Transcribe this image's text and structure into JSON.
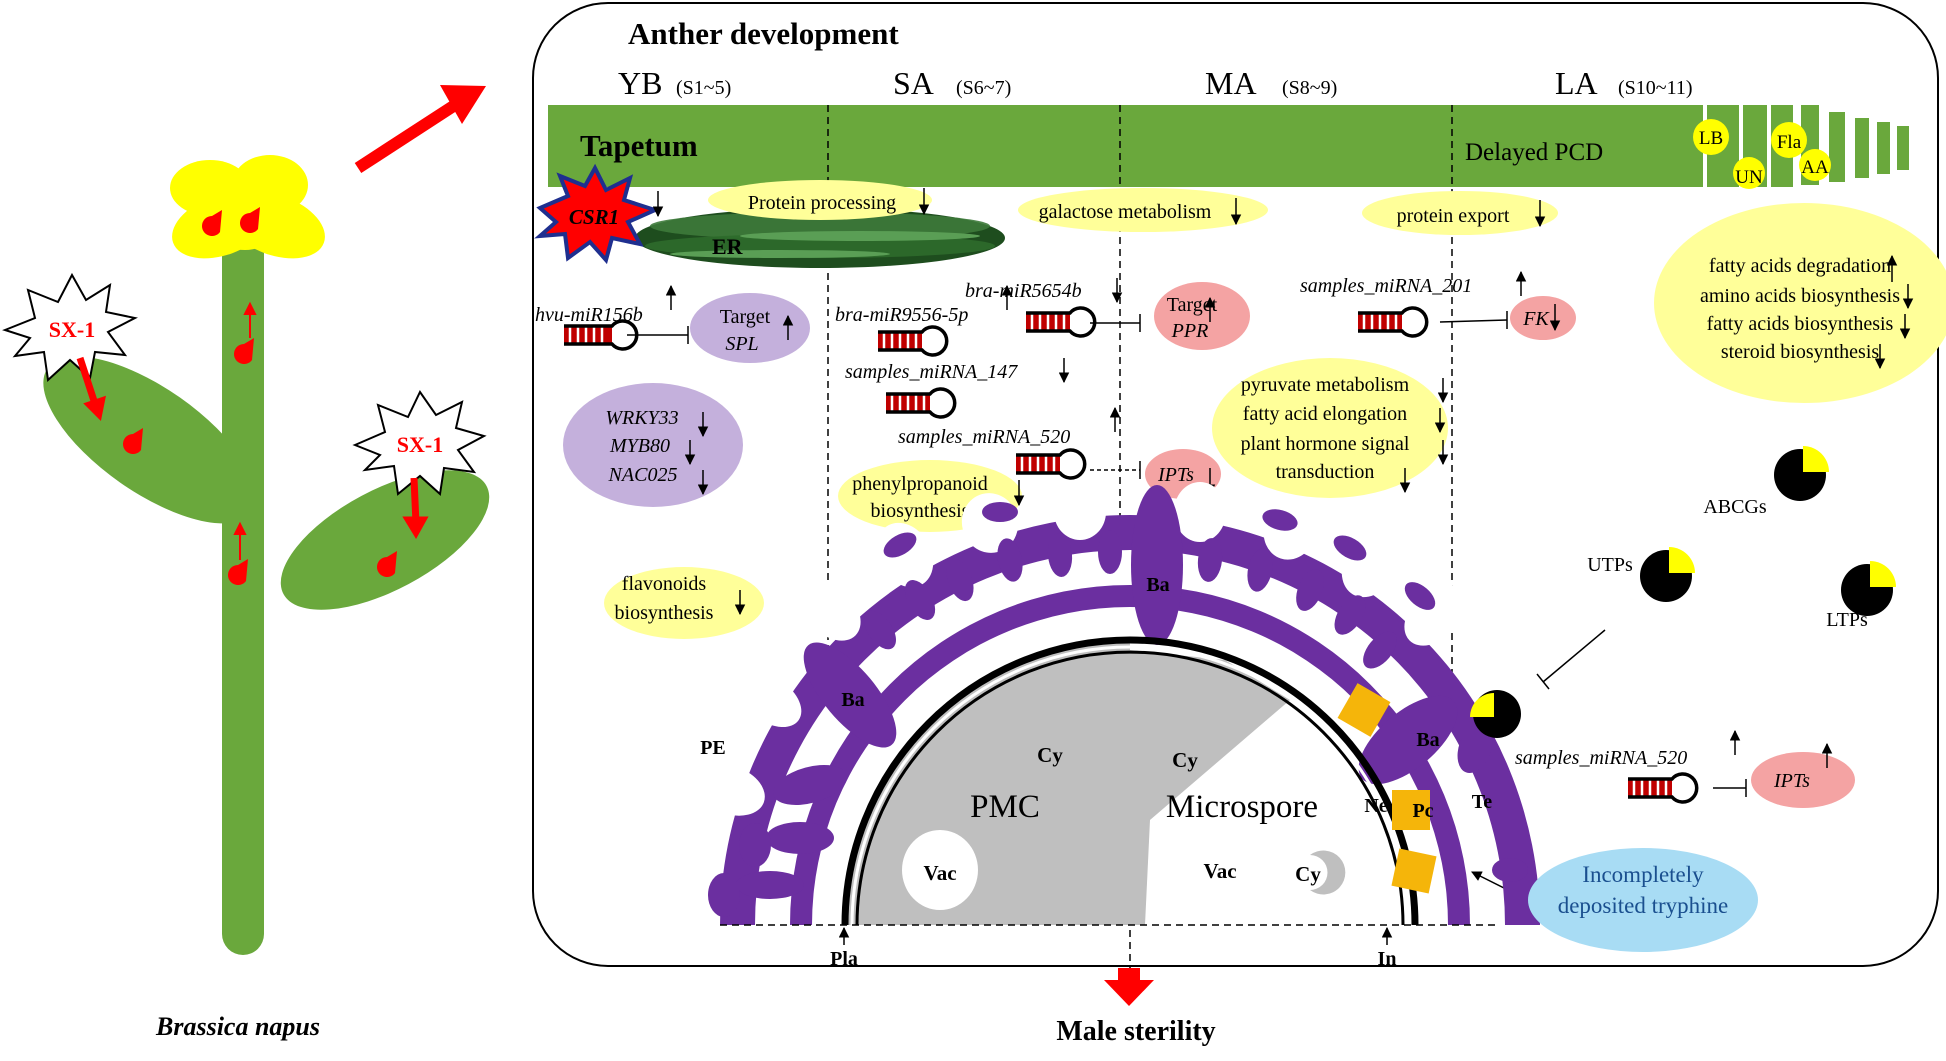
{
  "plant": {
    "label": "Brassica napus",
    "stressor_left": "SX-1",
    "stressor_right": "SX-1"
  },
  "panel": {
    "title": "Anther development",
    "stages": [
      {
        "name": "YB",
        "range": "(S1~5)"
      },
      {
        "name": "SA",
        "range": "(S6~7)"
      },
      {
        "name": "MA",
        "range": "(S8~9)"
      },
      {
        "name": "LA",
        "range": "(S10~11)"
      }
    ],
    "tapetum": {
      "label": "Tapetum",
      "delayed": "Delayed PCD",
      "bodies": [
        "LB",
        "UN",
        "Fla",
        "AA"
      ]
    },
    "csr1": "CSR1",
    "er": "ER",
    "pathways": {
      "protein_processing": "Protein processing",
      "galactose": "galactose metabolism",
      "protein_export": "protein export",
      "late_lines": [
        "fatty acids degradation",
        "amino acids biosynthesis",
        "fatty acids biosynthesis",
        "steroid biosynthesis"
      ],
      "mid_lines": [
        "pyruvate metabolism",
        "fatty acid elongation",
        "plant hormone signal",
        "transduction"
      ],
      "phenyl_lines": [
        "phenylpropanoid",
        "biosynthesis"
      ],
      "flavonoid_lines": [
        "flavonoids",
        "biosynthesis"
      ]
    },
    "tfs": [
      "WRKY33",
      "MYB80",
      "NAC025"
    ],
    "mirnas": {
      "m156": "hvu-miR156b",
      "m9556": "bra-miR9556-5p",
      "m5654": "bra-miR5654b",
      "m147": "samples_miRNA_147",
      "m520a": "samples_miRNA_520",
      "m201": "samples_miRNA_201",
      "m520b": "samples_miRNA_520"
    },
    "targets": {
      "spl_top": "Target",
      "spl": "SPL",
      "ppr_top": "Target",
      "ppr": "PPR",
      "ipts_a": "IPTs",
      "fk": "FK",
      "ipts_b": "IPTs"
    },
    "transporters": [
      "ABCGs",
      "UTPs",
      "LTPs"
    ],
    "cell": {
      "pmc": "PMC",
      "microspore": "Microspore",
      "cy": "Cy",
      "vac": "Vac",
      "ba": "Ba",
      "pe": "PE",
      "pla": "Pla",
      "in": "In",
      "ne": "Ne",
      "pc": "Pc",
      "te": "Te"
    },
    "tryphine_lines": [
      "Incompletely",
      "deposited tryphine"
    ]
  },
  "outcome": "Male sterility",
  "colors": {
    "green": "#6aa83c",
    "yellow": "#ffff00",
    "pale_yellow": "#ffff99",
    "purple": "#6b2fa0",
    "lavender": "#c4b0dc",
    "pink": "#f4a3a3",
    "red": "#ff0000",
    "orange": "#f5b50a",
    "light_blue": "#a8dcf4",
    "grey": "#bfbfbf"
  }
}
